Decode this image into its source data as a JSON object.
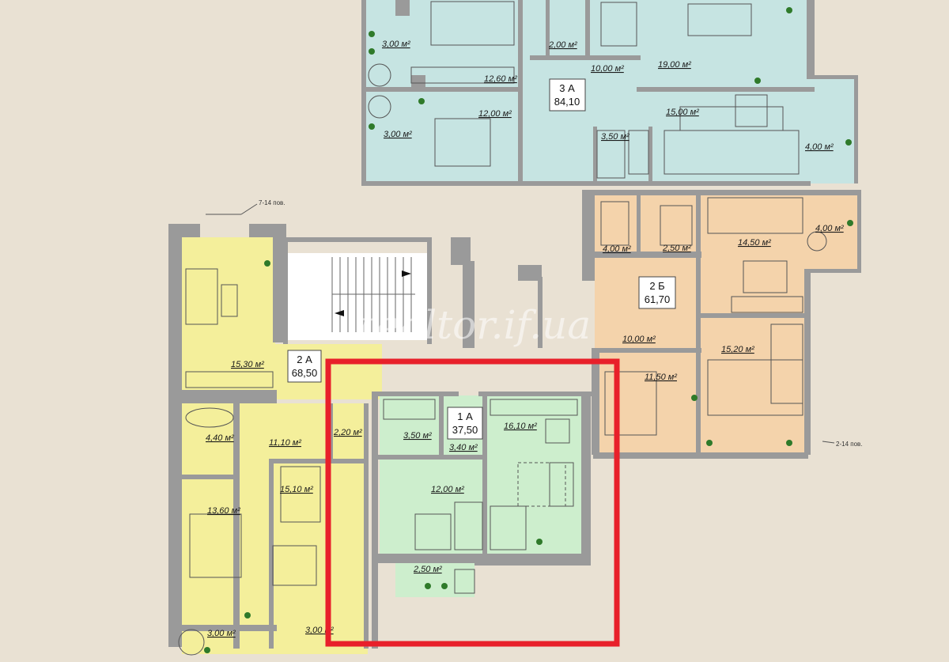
{
  "colors": {
    "background": "#e9e1d3",
    "wall": "#9a9a9a",
    "apt_3a": "#c6e4e2",
    "apt_2b": "#f4d3ab",
    "apt_2a": "#f4ef9b",
    "apt_1a": "#cdeecd",
    "highlight": "#e8202a"
  },
  "watermark": "realtor.if.ua",
  "floor_notes": [
    "7-14 пов.",
    "2-14 пов."
  ],
  "apartments": [
    {
      "code": "3 А",
      "area": "84,10"
    },
    {
      "code": "2 Б",
      "area": "61,70"
    },
    {
      "code": "2 А",
      "area": "68,50"
    },
    {
      "code": "1 А",
      "area": "37,50"
    }
  ],
  "rooms": [
    {
      "label": "3,00 м²"
    },
    {
      "label": "12,60 м²"
    },
    {
      "label": "2,00 м²"
    },
    {
      "label": "10,00 м²"
    },
    {
      "label": "19,00 м²"
    },
    {
      "label": "12,00 м²"
    },
    {
      "label": "3,00 м²"
    },
    {
      "label": "3,50 м²"
    },
    {
      "label": "15,00 м²"
    },
    {
      "label": "4,00 м²"
    },
    {
      "label": "4,00 м²"
    },
    {
      "label": "2,50 м²"
    },
    {
      "label": "14,50 м²"
    },
    {
      "label": "4,00 м²"
    },
    {
      "label": "10,00 м²"
    },
    {
      "label": "11,50 м²"
    },
    {
      "label": "15,20 м²"
    },
    {
      "label": "15,30 м²"
    },
    {
      "label": "4,40 м²"
    },
    {
      "label": "11,10 м²"
    },
    {
      "label": "2,20 м²"
    },
    {
      "label": "13,60 м²"
    },
    {
      "label": "15,10 м²"
    },
    {
      "label": "3,00 м²"
    },
    {
      "label": "3,00 м²"
    },
    {
      "label": "3,50 м²"
    },
    {
      "label": "3,40 м²"
    },
    {
      "label": "16,10 м²"
    },
    {
      "label": "12,00 м²"
    },
    {
      "label": "2,50 м²"
    }
  ]
}
